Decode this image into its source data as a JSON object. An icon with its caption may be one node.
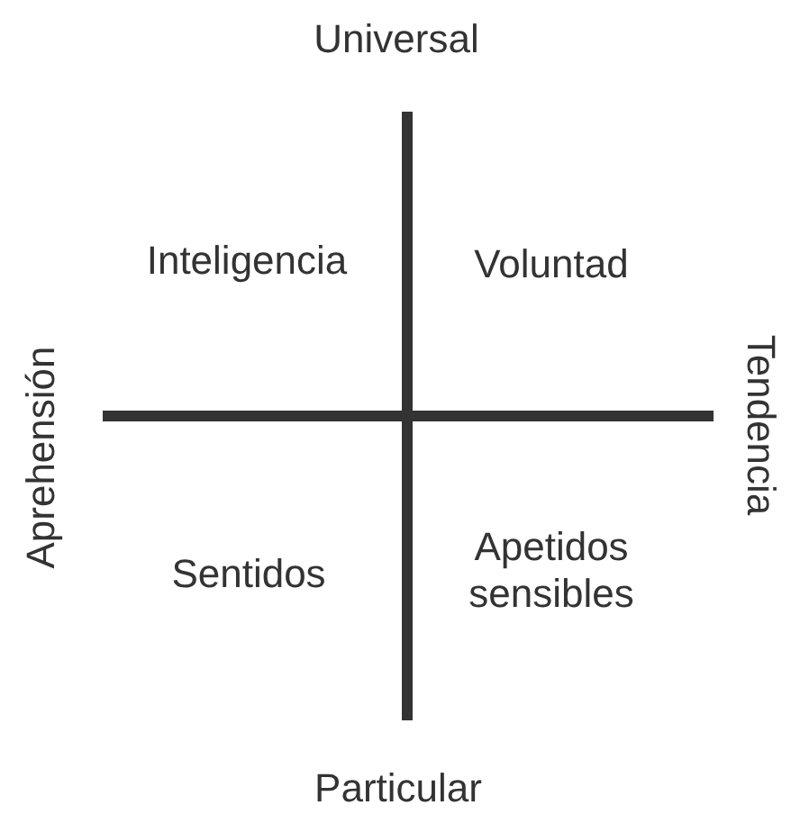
{
  "diagram": {
    "labels": [
      "Universal",
      "Inteligencia",
      "Voluntad",
      "Aprehensión",
      "Tendencia",
      "Sentidos",
      "Apetidos sensibles",
      "Particular"
    ]
  }
}
